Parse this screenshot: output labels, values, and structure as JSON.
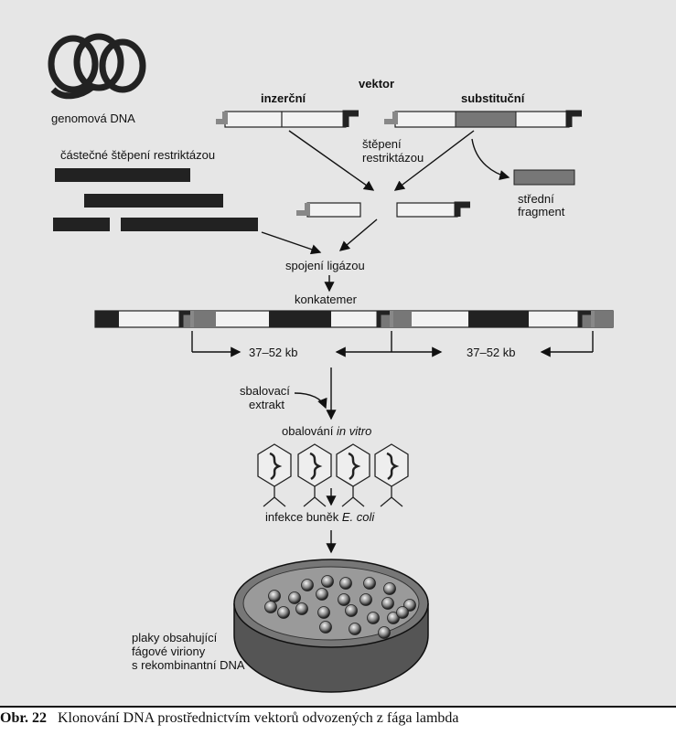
{
  "diagram": {
    "genomic_dna_label": "genomová DNA",
    "partial_digest_label": "částečné štěpení restriktázou",
    "vector_title": "vektor",
    "insertion_label": "inzerční",
    "substitution_label": "substituční",
    "cleavage_label_line1": "štěpení",
    "cleavage_label_line2": "restriktázou",
    "middle_fragment_line1": "střední",
    "middle_fragment_line2": "fragment",
    "ligation_label": "spojení ligázou",
    "concatemer_label": "konkatemer",
    "size_left": "37–52 kb",
    "size_right": "37–52 kb",
    "packaging_extract_line1": "sbalovací",
    "packaging_extract_line2": "extrakt",
    "in_vitro_prefix": "obalování",
    "in_vitro_italic": "in vitro",
    "infection_prefix": "infekce buněk",
    "infection_italic": "E. coli",
    "plaques_line1": "plaky obsahující",
    "plaques_line2": "fágové viriony",
    "plaques_line3": "s rekombinantní DNA"
  },
  "caption": {
    "number": "Obr. 22",
    "text": "Klonování DNA prostřednictvím vektorů odvozených z fága lambda"
  },
  "colors": {
    "background": "#e6e6e6",
    "dna_dark": "#222222",
    "fragment_gray": "#777777",
    "arm_light": "#f2f2f2"
  }
}
